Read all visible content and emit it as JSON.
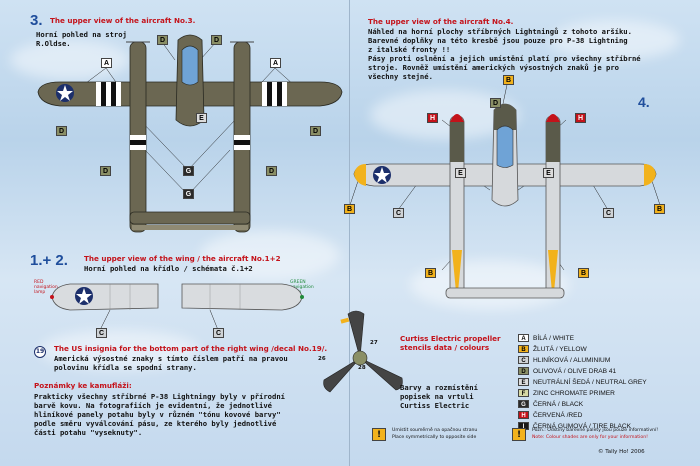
{
  "left": {
    "number3": "3.",
    "title3": "The upper view of the aircraft No.3.",
    "sub3": [
      "Horní pohled na stroj",
      "R.Oldse."
    ],
    "number12": "1.+ 2.",
    "wing_title_en": "The upper view of the wing / the aircraft No.1+2",
    "wing_title_cz": "Horní pohled na křídlo / schémata č.1+2",
    "wingtip_red": [
      "RED",
      "navigation",
      "lamp"
    ],
    "wingtip_green": [
      "GREEN",
      "navigation",
      "lamp"
    ],
    "insignia_title_en": "The US insignia for the bottom part of the right wing /decal No.19/.",
    "insignia_title_cz": [
      "Americká výsostné znaky s tímto číslem patří na pravou",
      "polovinu křídla se spodní strany."
    ],
    "decal_no": "19",
    "note_title": "Poznámky ke kamufláži:",
    "note_text": [
      "Prakticky všechny stříbrné P-38 Lightningy byly v přírodní",
      "barvě kovu. Na fotografiích je evidentní, že jednotlivé",
      "hliníkové panely potahu byly v různém \"tónu kovové barvy\"",
      "podle směru vyválcování pásu, ze kterého byly jednotlivé",
      "části potahu \"vyseknuty\"."
    ]
  },
  "right": {
    "number4": "4.",
    "title4": "The upper view of the aircraft No.4.",
    "text4": [
      "Náhled na horní plochy stříbrných Lightningů z tohoto aršíku.",
      "Barevné doplňky na této kresbě jsou pouze pro P-38 Lightning",
      "z italské fronty !!",
      "Pásy proti oslnění a jejich umístění platí pro všechny stříbrné",
      "stroje. Rovněž umístění amerických výsostných znaků je pro",
      "všechny stejné."
    ],
    "prop_title": [
      "Curtiss Electric propeller",
      "stencils data / colours"
    ],
    "prop_text": [
      "Barvy a rozmístění",
      "popisek na vrtuli",
      "Curtiss Electric"
    ],
    "prop_decals": [
      "26",
      "27",
      "28"
    ],
    "note_symmetric": [
      "Umístit souměrně na opačnou stranu",
      "Place symmetrically to opposite side"
    ],
    "note_info": [
      "Pozn.: Odstíny barevné palety jsou pouze informativní!",
      "Note: Colour shades are only for your information!"
    ],
    "copyright": "© Tally Ho! 2006"
  },
  "legend": [
    {
      "code": "A",
      "label": "BÍLÁ / WHITE"
    },
    {
      "code": "B",
      "label": "ŽLUTÁ / YELLOW"
    },
    {
      "code": "C",
      "label": "HLINÍKOVÁ / ALUMINIUM"
    },
    {
      "code": "D",
      "label": "OLIVOVÁ / OLIVE DRAB 41"
    },
    {
      "code": "E",
      "label": "NEUTRÁLNÍ ŠEDÁ / NEUTRAL GREY"
    },
    {
      "code": "F",
      "label": "ZINC CHROMATE PRIMER"
    },
    {
      "code": "G",
      "label": "ČERNÁ / BLACK"
    },
    {
      "code": "H",
      "label": "ČERVENÁ /RED"
    },
    {
      "code": "I",
      "label": "ČERNÁ GUMOVÁ / TIRE BLACK"
    }
  ],
  "callouts": {
    "A": "A",
    "B": "B",
    "C": "C",
    "D": "D",
    "E": "E",
    "G": "G",
    "H": "H"
  },
  "excl": "!"
}
